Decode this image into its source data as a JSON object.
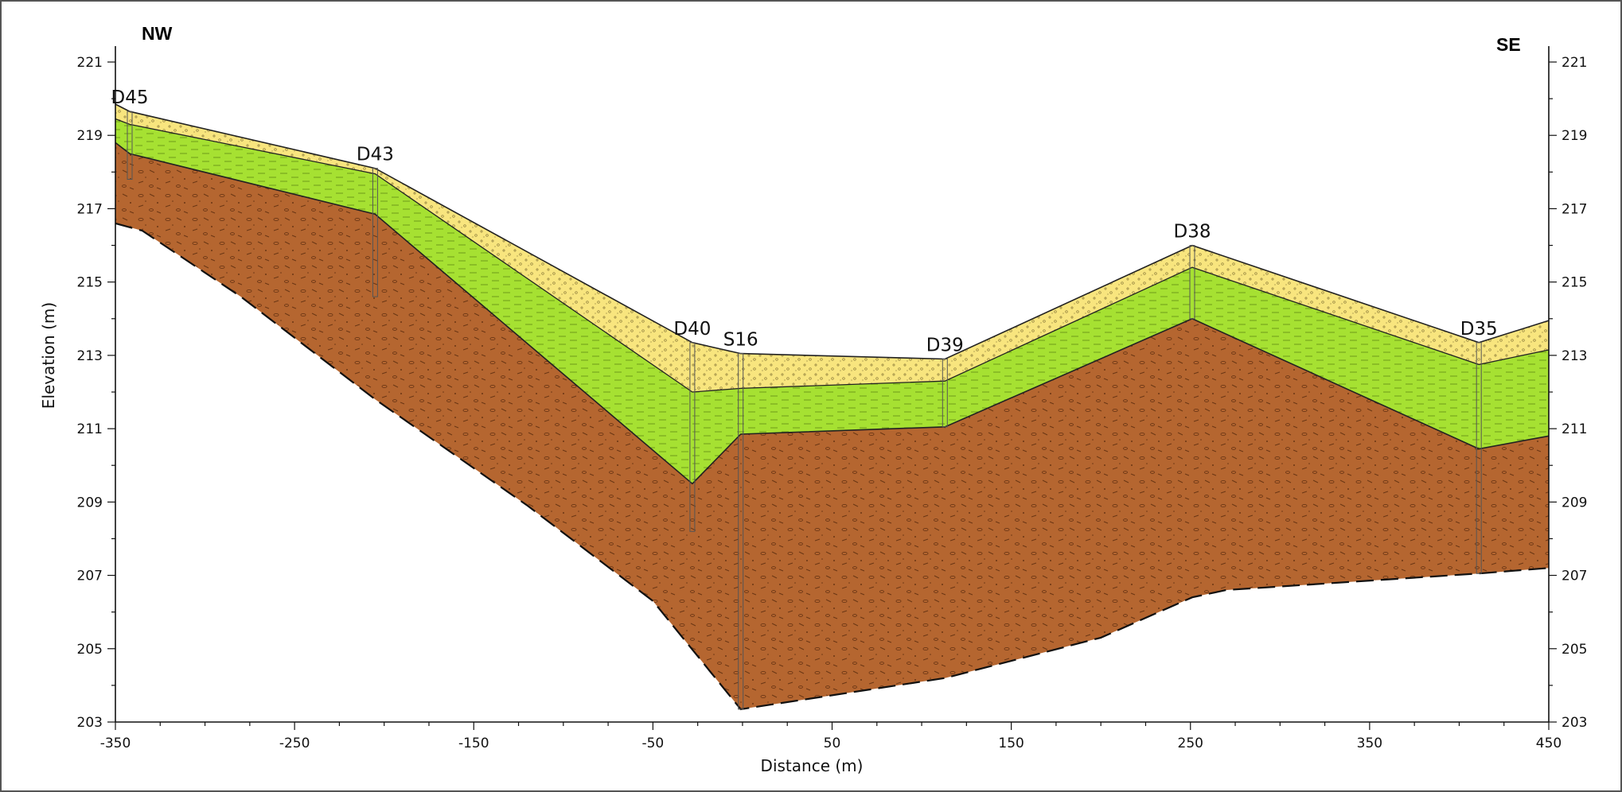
{
  "chart_data": {
    "type": "area",
    "title": "",
    "xlabel": "Distance (m)",
    "ylabel": "Elevation (m)",
    "xlim": [
      -350,
      450
    ],
    "ylim": [
      203,
      222
    ],
    "x_ticks": [
      -350,
      -250,
      -150,
      -50,
      50,
      150,
      250,
      350,
      450
    ],
    "y_ticks": [
      203,
      205,
      207,
      209,
      211,
      213,
      215,
      217,
      219,
      221
    ],
    "grid": false,
    "direction_labels": {
      "left": "NW",
      "right": "SE"
    },
    "colors": {
      "sand_fill": "#f8e57e",
      "clay_fill": "#a6e132",
      "till_fill": "#b56630",
      "outline": "#222222"
    },
    "series": [
      {
        "key": "ground_surface",
        "points": [
          [
            -350,
            219.85
          ],
          [
            -342,
            219.65
          ],
          [
            -205,
            218.1
          ],
          [
            -28,
            213.35
          ],
          [
            -1,
            213.05
          ],
          [
            113,
            212.9
          ],
          [
            251,
            216.0
          ],
          [
            411,
            213.35
          ],
          [
            450,
            213.95
          ]
        ]
      },
      {
        "key": "sand_base",
        "points": [
          [
            -350,
            219.45
          ],
          [
            -342,
            219.3
          ],
          [
            -205,
            217.95
          ],
          [
            -28,
            212.0
          ],
          [
            -1,
            212.1
          ],
          [
            113,
            212.3
          ],
          [
            251,
            215.4
          ],
          [
            411,
            212.75
          ],
          [
            450,
            213.15
          ]
        ]
      },
      {
        "key": "clay_base",
        "points": [
          [
            -350,
            218.8
          ],
          [
            -342,
            218.5
          ],
          [
            -205,
            216.85
          ],
          [
            -28,
            209.5
          ],
          [
            -1,
            210.85
          ],
          [
            113,
            211.05
          ],
          [
            251,
            214.0
          ],
          [
            411,
            210.45
          ],
          [
            450,
            210.8
          ]
        ]
      },
      {
        "key": "till_base",
        "points": [
          [
            -350,
            216.6
          ],
          [
            -335,
            216.4
          ],
          [
            -280,
            214.6
          ],
          [
            -205,
            211.8
          ],
          [
            -120,
            208.9
          ],
          [
            -50,
            206.3
          ],
          [
            -1,
            203.35
          ],
          [
            113,
            204.2
          ],
          [
            200,
            205.3
          ],
          [
            251,
            206.4
          ],
          [
            270,
            206.6
          ],
          [
            411,
            207.05
          ],
          [
            450,
            207.2
          ]
        ]
      }
    ],
    "boreholes": [
      {
        "name": "D45",
        "x": -342,
        "top": 219.65,
        "bottom": 217.8
      },
      {
        "name": "D43",
        "x": -205,
        "top": 218.1,
        "bottom": 214.6
      },
      {
        "name": "D40",
        "x": -28,
        "top": 213.35,
        "bottom": 208.2
      },
      {
        "name": "S16",
        "x": -1,
        "top": 213.05,
        "bottom": 203.35
      },
      {
        "name": "D39",
        "x": 113,
        "top": 212.9,
        "bottom": 211.05
      },
      {
        "name": "D38",
        "x": 251,
        "top": 216.0,
        "bottom": 214.0
      },
      {
        "name": "D35",
        "x": 411,
        "top": 213.35,
        "bottom": 207.05
      }
    ]
  }
}
